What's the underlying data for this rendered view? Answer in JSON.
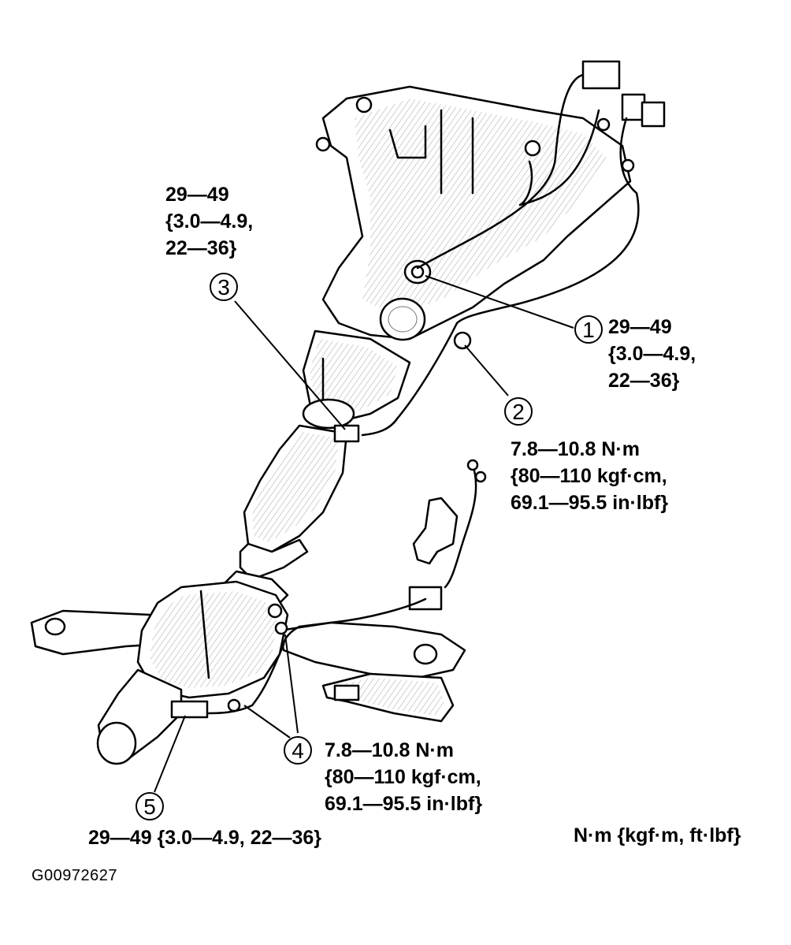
{
  "figure_id": "G00972627",
  "units_note": "N·m {kgf·m, ft·lbf}",
  "callouts": [
    {
      "number": "1"
    },
    {
      "number": "2"
    },
    {
      "number": "3"
    },
    {
      "number": "4"
    },
    {
      "number": "5"
    }
  ],
  "torque_specs": {
    "spec_3": {
      "line1": "29—49",
      "line2": "{3.0—4.9,",
      "line3": "22—36}"
    },
    "spec_1": {
      "line1": "29—49",
      "line2": "{3.0—4.9,",
      "line3": "22—36}"
    },
    "spec_2": {
      "line1": "7.8—10.8 N·m",
      "line2": "{80—110 kgf·cm,",
      "line3": "69.1—95.5 in·lbf}"
    },
    "spec_4": {
      "line1": "7.8—10.8 N·m",
      "line2": "{80—110 kgf·cm,",
      "line3": "69.1—95.5 in·lbf}"
    },
    "spec_5": {
      "line1": "29—49 {3.0—4.9, 22—36}"
    }
  }
}
